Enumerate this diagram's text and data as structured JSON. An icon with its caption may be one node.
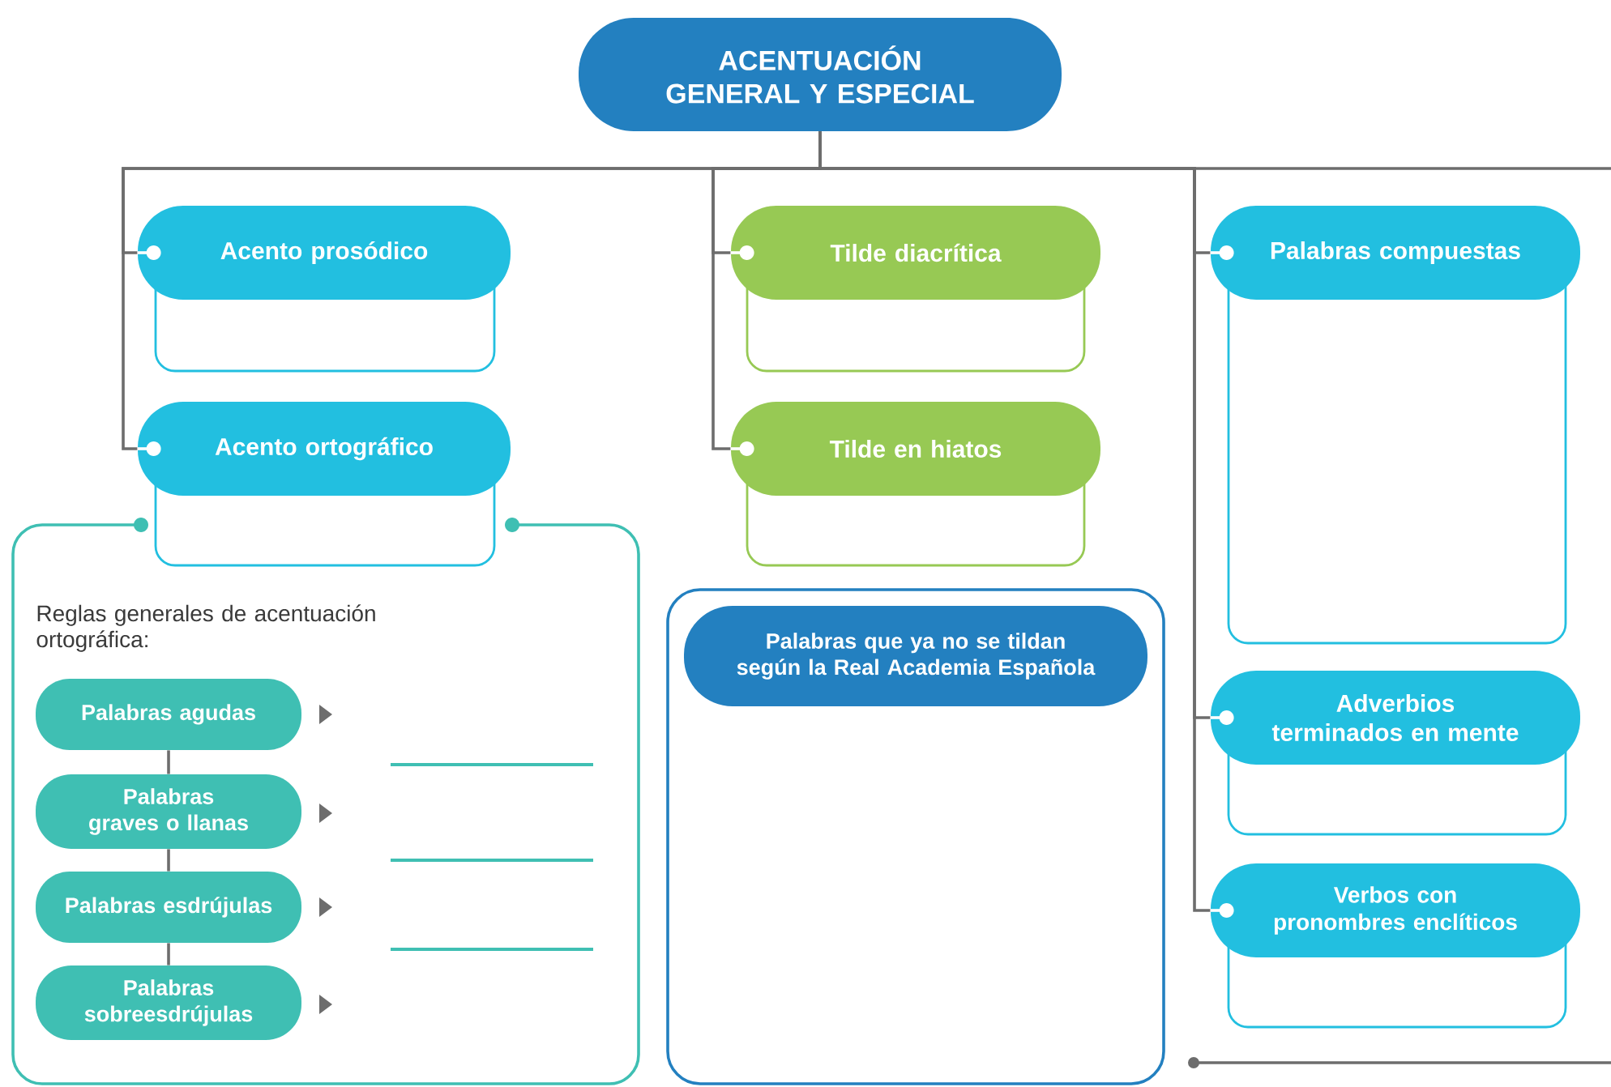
{
  "diagram": {
    "nodes": [
      {
        "text": [
          "ACENTUACIÓN GENERAL Y ESPECIAL"
        ]
      },
      {
        "text": [
          "Acento prosódico"
        ]
      },
      {
        "text": [
          "Acento ortográfico"
        ]
      },
      {
        "text": [
          "Reglas generales de acentuación ortográfica:"
        ]
      },
      {
        "text": [
          "Palabras agudas"
        ],
        "in": 3
      },
      {
        "text": [
          "Palabras graves o llanas"
        ],
        "in": 3
      },
      {
        "text": [
          "Palabras esdrújulas"
        ],
        "in": 3
      },
      {
        "text": [
          "Palabras sobreesdrújulas"
        ],
        "in": 3
      },
      {
        "text": [
          "Tilde diacrítica"
        ]
      },
      {
        "text": [
          "Tilde en hiatos"
        ]
      },
      {
        "text": [],
        "shape": "box"
      },
      {
        "text": [
          "Palabras que ya no se tildan según la Real Academia Española"
        ],
        "in": 10
      },
      {
        "text": [
          "Palabras compuestas"
        ]
      },
      {
        "text": [
          "Adverbios terminados en mente"
        ]
      },
      {
        "text": [
          "Verbos con pronombres enclíticos"
        ]
      }
    ],
    "edges": [
      {
        "from": 0,
        "to": 1,
        "arrow": "other"
      },
      {
        "from": 0,
        "to": 2,
        "arrow": "other"
      },
      {
        "from": 0,
        "to": 8,
        "arrow": "other"
      },
      {
        "from": 0,
        "to": 9,
        "arrow": "other"
      },
      {
        "from": 0,
        "to": 12,
        "arrow": "other"
      },
      {
        "from": 0,
        "to": 13,
        "arrow": "other"
      },
      {
        "from": 0,
        "to": 14,
        "arrow": "other"
      },
      {
        "from": 4,
        "to": 5,
        "arrow": "none"
      },
      {
        "from": 5,
        "to": 6,
        "arrow": "none"
      },
      {
        "from": 6,
        "to": 7,
        "arrow": "none"
      }
    ]
  }
}
